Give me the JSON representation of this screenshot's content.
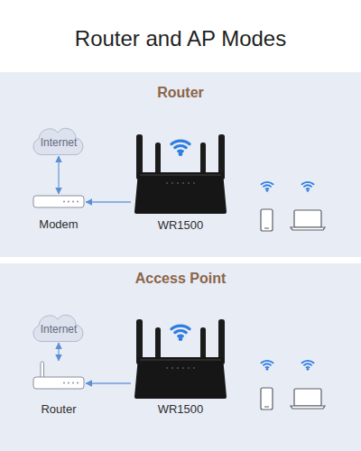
{
  "diagram": {
    "title": "Router and AP Modes",
    "nodes": [
      {
        "text": [
          "Router"
        ]
      },
      {
        "text": [
          "Internet"
        ],
        "in": 0
      },
      {
        "text": [
          "Modem"
        ],
        "in": 0
      },
      {
        "text": [
          "WR1500"
        ],
        "in": 0
      },
      {
        "text": [
          "Access Point"
        ]
      },
      {
        "text": [
          "Internet"
        ],
        "in": 4
      },
      {
        "text": [
          "Router"
        ],
        "in": 4
      },
      {
        "text": [
          "WR1500"
        ],
        "in": 4
      }
    ],
    "edges": [
      {
        "from": 1,
        "to": 2,
        "arrow": "both"
      },
      {
        "from": 3,
        "to": 2,
        "arrow": "to"
      },
      {
        "from": 5,
        "to": 6,
        "arrow": "both"
      },
      {
        "from": 7,
        "to": 6,
        "arrow": "to"
      }
    ]
  }
}
